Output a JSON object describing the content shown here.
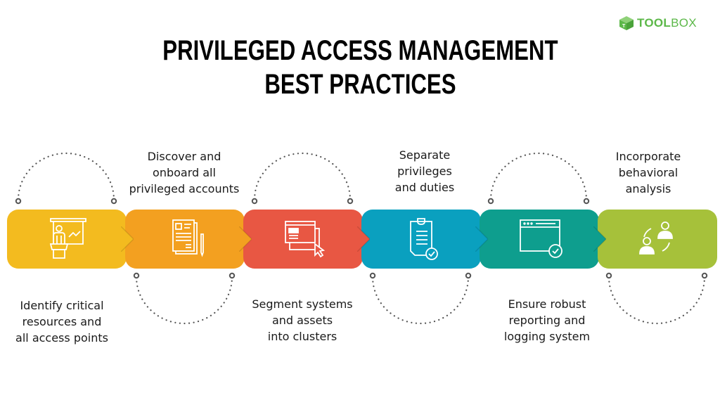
{
  "logo": {
    "text_bold": "TOOL",
    "text_light": "BOX",
    "color": "#5cb849",
    "icon": "cube-icon"
  },
  "title": {
    "line1": "PRIVILEGED ACCESS MANAGEMENT",
    "line2": "BEST PRACTICES"
  },
  "steps": [
    {
      "label": "Identify critical resources and all access points",
      "lines": [
        "Identify critical",
        "resources and",
        "all access points"
      ],
      "color": "#f3bb1f",
      "icon": "presentation-icon",
      "label_position": "below"
    },
    {
      "label": "Discover and onboard all privileged accounts",
      "lines": [
        "Discover and",
        "onboard all",
        "privileged accounts"
      ],
      "color": "#f3a020",
      "icon": "documents-icon",
      "label_position": "above"
    },
    {
      "label": "Segment systems and assets into clusters",
      "lines": [
        "Segment systems",
        "and assets",
        "into clusters"
      ],
      "color": "#e85743",
      "icon": "windows-cursor-icon",
      "label_position": "below"
    },
    {
      "label": "Separate privileges and duties",
      "lines": [
        "Separate",
        "privileges",
        "and duties"
      ],
      "color": "#0aa0bf",
      "icon": "clipboard-check-icon",
      "label_position": "above"
    },
    {
      "label": "Ensure robust reporting and logging system",
      "lines": [
        "Ensure robust",
        "reporting and",
        "logging system"
      ],
      "color": "#0e9e8e",
      "icon": "browser-check-icon",
      "label_position": "below"
    },
    {
      "label": "Incorporate behavioral analysis",
      "lines": [
        "Incorporate",
        "behavioral",
        "analysis"
      ],
      "color": "#a6c13a",
      "icon": "users-exchange-icon",
      "label_position": "above"
    }
  ]
}
